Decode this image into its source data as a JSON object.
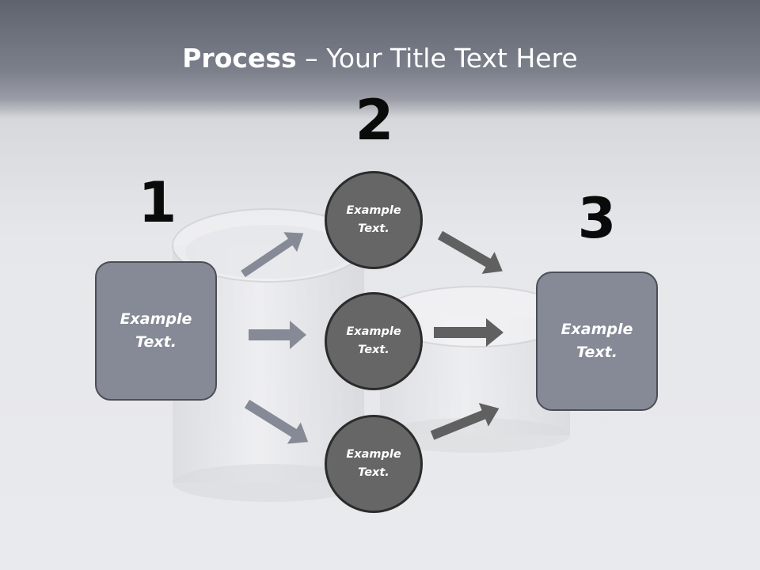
{
  "title": {
    "bold": "Process",
    "rest": " – Your Title Text Here"
  },
  "steps": [
    {
      "number": "1",
      "text": "Example\nText."
    },
    {
      "number": "2",
      "items": [
        "Example\nText.",
        "Example\nText.",
        "Example\nText."
      ]
    },
    {
      "number": "3",
      "text": "Example\nText."
    }
  ],
  "colors": {
    "box_fill": "#868a96",
    "box_border": "#4b4e56",
    "circle_fill": "#666666",
    "circle_border": "#2b2b2b",
    "arrow_left": "#868a96",
    "arrow_right": "#606060"
  },
  "icons": [
    "arrow-right-icon",
    "arrow-up-right-icon",
    "arrow-down-right-icon"
  ]
}
